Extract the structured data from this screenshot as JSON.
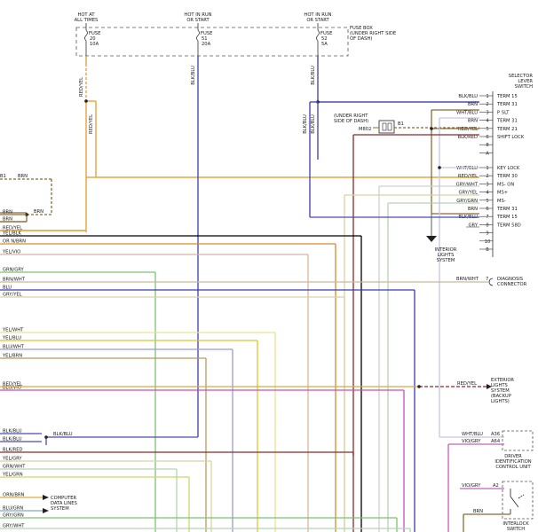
{
  "top_labels": [
    {
      "id": "left",
      "line1": "HOT AT",
      "line2": "ALL TIMES"
    },
    {
      "id": "mid",
      "line1": "HOT IN RUN",
      "line2": "OR START"
    },
    {
      "id": "right",
      "line1": "HOT IN RUN",
      "line2": "OR START"
    }
  ],
  "fuse_box_note": [
    "(UNDER RIGHT SIDE",
    "OF DASH)"
  ],
  "fuse_box_title": "FUSE BOX",
  "fuses": [
    {
      "word": "FUSE",
      "num": "20",
      "amps": "10A"
    },
    {
      "word": "FUSE",
      "num": "51",
      "amps": "20A"
    },
    {
      "word": "FUSE",
      "num": "52",
      "amps": "5A"
    }
  ],
  "vertical_wire_labels": [
    "RED/YEL",
    "RED/YEL",
    "BLK/BLU",
    "BLK/BLU",
    "BLK/BLU",
    "BLK/BLU"
  ],
  "selector_title": [
    "SELECTOR",
    "LEVER",
    "SWITCH"
  ],
  "selector_upper": [
    {
      "wire": "BLK/BLU",
      "pin": "1",
      "term": "TERM 15"
    },
    {
      "wire": "BRN",
      "pin": "2",
      "term": "TERM 31"
    },
    {
      "wire": "WHT/BLU",
      "pin": "3",
      "term": "P SLT"
    },
    {
      "wire": "BRN",
      "pin": "4",
      "term": "TERM 31"
    },
    {
      "wire": "RED/YEL",
      "pin": "5",
      "term": "TERM 21"
    },
    {
      "wire": "BLK/RED",
      "pin": "6",
      "term": "SHIFT LOCK"
    },
    {
      "wire": "",
      "pin": "8",
      "term": ""
    },
    {
      "wire": "",
      "pin": "A",
      "term": ""
    }
  ],
  "selector_lower": [
    {
      "wire": "WHT/BLU",
      "pin": "1",
      "term": "KEY LOCK"
    },
    {
      "wire": "RED/YEL",
      "pin": "2",
      "term": "TERM 30"
    },
    {
      "wire": "GRY/WHT",
      "pin": "3",
      "term": "MS- ON"
    },
    {
      "wire": "GRY/YEL",
      "pin": "4",
      "term": "MS+"
    },
    {
      "wire": "GRY/GRN",
      "pin": "5",
      "term": "MS-"
    },
    {
      "wire": "BRN",
      "pin": "6",
      "term": "TERM 31"
    },
    {
      "wire": "BLK/BLU",
      "pin": "7",
      "term": "TERM 15"
    },
    {
      "wire": "GRY",
      "pin": "8",
      "term": "TERM 58D"
    },
    {
      "wire": "",
      "pin": "9",
      "term": ""
    },
    {
      "wire": "",
      "pin": "10",
      "term": ""
    },
    {
      "wire": "",
      "pin": "B",
      "term": ""
    }
  ],
  "splice": {
    "note1": "(UNDER RIGHT",
    "note2": "SIDE OF DASH)",
    "id": "M802",
    "wire": "B1",
    "wire2": "BRN"
  },
  "left_b1": {
    "id": "B1",
    "wire": "BRN"
  },
  "left_wires": [
    {
      "label": "BRN"
    },
    {
      "label": "BRN"
    },
    {
      "label": "RED/YEL"
    },
    {
      "label": "YEL/BLK"
    },
    {
      "label": "OR N/BRN"
    },
    {
      "label": "YEL/VIO"
    },
    {
      "label": "GRN/GRY"
    },
    {
      "label": "BRN/WHT"
    },
    {
      "label": "BLU"
    },
    {
      "label": "GRY/YEL"
    },
    {
      "label": "YEL/WHT"
    },
    {
      "label": "YEL/BLU"
    },
    {
      "label": "BLU/WHT"
    },
    {
      "label": "YEL/BRN"
    },
    {
      "label": "RED/YEL"
    },
    {
      "label": "BLU/VIO"
    },
    {
      "label": "BLK/BLU"
    },
    {
      "label": "BLK/BLU"
    },
    {
      "label": "BLK/RED"
    },
    {
      "label": "YEL/GRY"
    },
    {
      "label": "GRN/WHT"
    },
    {
      "label": "YEL/GRN"
    },
    {
      "label": "ORN/BRN"
    },
    {
      "label": "BLU/GRN"
    },
    {
      "label": "GRY/GRN"
    },
    {
      "label": "GRY/WHT"
    }
  ],
  "mid_blkblu": "BLK/BLU",
  "mid_brn": "BRN",
  "diag": {
    "wire": "BRN/WHT",
    "pin": "7",
    "label": [
      "DIAGNOSIS",
      "CONNECTOR"
    ]
  },
  "ext": {
    "wire": "RED/YEL",
    "label": [
      "EXTERIOR",
      "LIGHTS",
      "SYSTEM",
      "(BACKUP",
      "LIGHTS)"
    ]
  },
  "interior": [
    "INTERIOR",
    "LIGHTS",
    "SYSTEM"
  ],
  "cdl": [
    "COMPUTER",
    "DATA LINES",
    "SYSTEM"
  ],
  "dicu": {
    "w1": "WHT/BLU",
    "p1": "A36",
    "w2": "VIO/GRY",
    "p2": "A64",
    "label": [
      "DRIVER",
      "IDENTIFICATION",
      "CONTROL UNIT"
    ]
  },
  "interlock": {
    "w1": "VIO/GRY",
    "p1": "A2",
    "w2": "BRN",
    "label": [
      "INTERLOCK",
      "SWITCH"
    ]
  },
  "wire_colors": {
    "red_yel": "#e8a33a",
    "blk_blu": "#4b4bb0",
    "brn": "#8b6a35",
    "blk_red": "#8a2a2a"
  }
}
